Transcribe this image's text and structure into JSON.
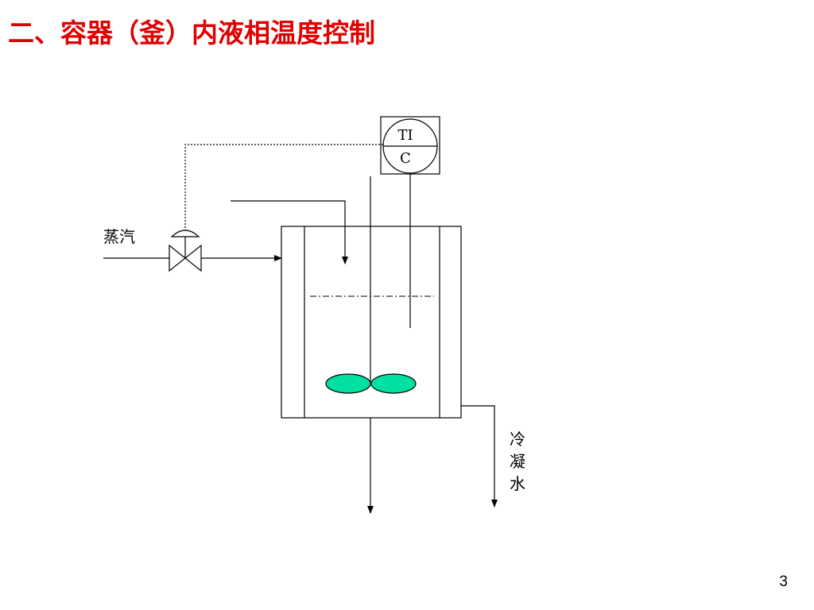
{
  "slide": {
    "title": "二、容器（釜）内液相温度控制",
    "page_number": "3"
  },
  "diagram": {
    "controller": {
      "label_top": "TI",
      "label_bottom": "C"
    },
    "steam_label": "蒸汽",
    "condensate_label": [
      "冷",
      "凝",
      "水"
    ]
  },
  "colors": {
    "title": "#e00000",
    "impeller": "#00e0a0",
    "line": "#000000"
  }
}
